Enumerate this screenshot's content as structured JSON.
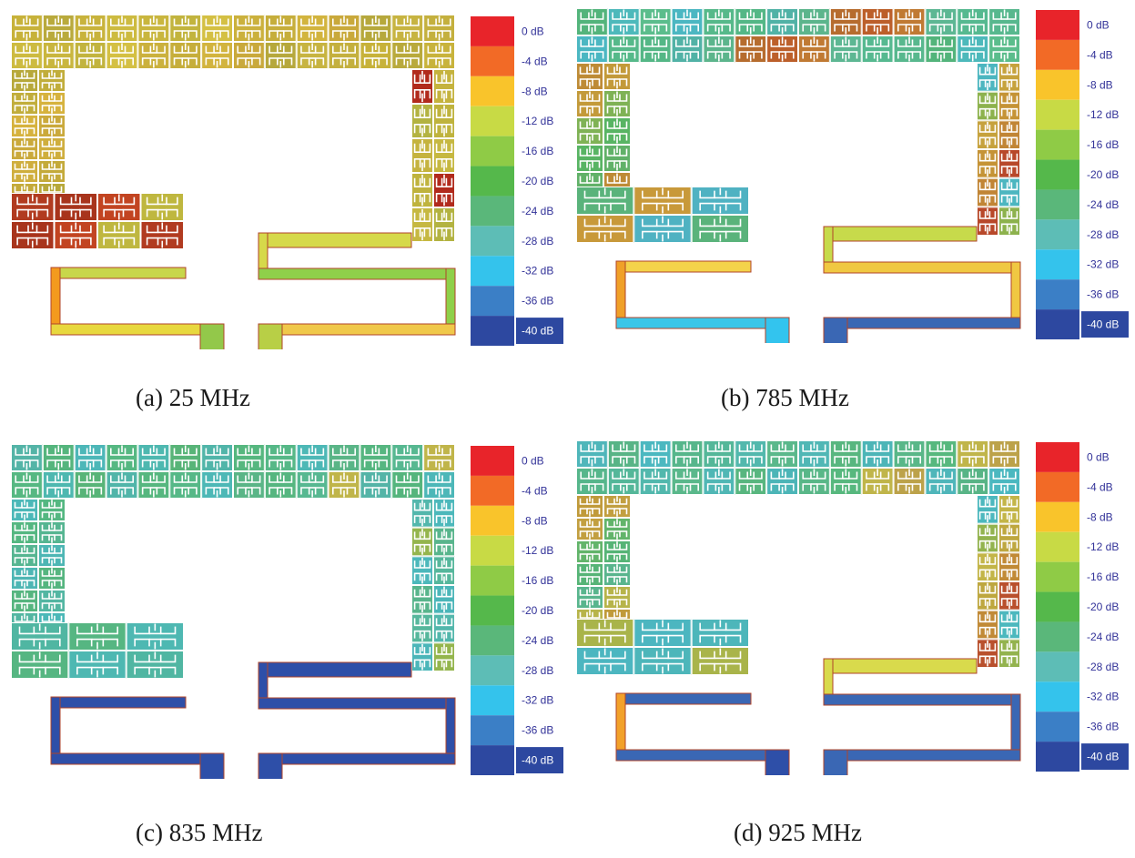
{
  "panels": [
    {
      "id": "a",
      "caption": "(a) 25 MHz",
      "segments": {
        "top": [
          "#c7b23a",
          "#b9aa3c",
          "#c8b33c",
          "#cdbb40",
          "#c9b63e",
          "#c2b43e",
          "#d4c043",
          "#cbb13d",
          "#c6ae3b",
          "#d2b43e",
          "#c9a93b",
          "#b6a83c",
          "#c7b441",
          "#c4b03e"
        ],
        "left": [
          "#b7a83a",
          "#c1ad3b",
          "#d6b23d",
          "#caa93b",
          "#cfae3d",
          "#c4aa3a"
        ],
        "right": [
          "#b12a1c",
          "#b3b341",
          "#c5b33e",
          "#bfb33d",
          "#c6b841"
        ],
        "arm": [
          "#b13b20",
          "#a8341c",
          "#c24421",
          "#bfb73f"
        ],
        "feed": {
          "upper_left": "#c8d64a",
          "left_bar": "#f39a1e",
          "lower_left": "#e8d83e",
          "stub_left": "#93c84a",
          "upper_right": "#d6d94a",
          "mid_right": "#8fd04a",
          "lower_right": "#f0c84a",
          "stub_right": "#b8cf46",
          "right_bar": "#8fd04a"
        }
      }
    },
    {
      "id": "b",
      "caption": "(b) 785 MHz",
      "segments": {
        "top": [
          "#53b47b",
          "#4db9bb",
          "#5bbd8c",
          "#4bb7c2",
          "#56b98a",
          "#54b786",
          "#51b2a6",
          "#5cb58c",
          "#b66c2e",
          "#bc5f2a",
          "#c07a33",
          "#5db793",
          "#56b990",
          "#58b88e"
        ],
        "left": [
          "#be8b36",
          "#c39a3a",
          "#7fb255",
          "#58b463",
          "#61b168"
        ],
        "right": [
          "#4cb6c0",
          "#8db24d",
          "#c6a23d",
          "#c59336",
          "#c18535",
          "#b8482a"
        ],
        "arm": [
          "#5ab37b",
          "#c8993a",
          "#4fb2c2"
        ],
        "feed": {
          "upper_left": "#f4d34a",
          "left_bar": "#f0a028",
          "lower_left": "#3cc6e8",
          "stub_left": "#33c4ee",
          "upper_right": "#c7da4b",
          "mid_right": "#f0c842",
          "lower_right": "#3a67b4",
          "stub_right": "#3a67b4",
          "right_bar": "#f0c842"
        }
      }
    },
    {
      "id": "c",
      "caption": "(c) 835 MHz",
      "segments": {
        "top": [
          "#54b4a7",
          "#55b57d",
          "#4db7b8",
          "#56b882",
          "#4eb8b0",
          "#58b478",
          "#51b5a9",
          "#56b77f",
          "#56b887",
          "#4db8b6",
          "#5ab587",
          "#56b680",
          "#57b891",
          "#c0b54a"
        ],
        "left": [
          "#4bb8b8",
          "#54b781",
          "#55b591",
          "#4db6b4",
          "#55b57f",
          "#53b6a2"
        ],
        "right": [
          "#53b7ac",
          "#94b54d",
          "#4cb8bb",
          "#58b58c",
          "#56b79c",
          "#4bb6b9"
        ],
        "arm": [
          "#50b6a2",
          "#56b682",
          "#4eb8b2"
        ],
        "feed": {
          "upper_left": "#2e4fa8",
          "left_bar": "#2e4fa8",
          "lower_left": "#2e4fa8",
          "stub_left": "#2e4fa8",
          "upper_right": "#2e4fa8",
          "mid_right": "#2e4fa8",
          "lower_right": "#2e4fa8",
          "stub_right": "#2e4fa8",
          "right_bar": "#2e4fa8"
        }
      }
    },
    {
      "id": "d",
      "caption": "(d) 925 MHz",
      "segments": {
        "top": [
          "#4fb6ba",
          "#58b486",
          "#4bb8c0",
          "#56b68b",
          "#54b799",
          "#52b8ad",
          "#5ab88b",
          "#50b7b5",
          "#58b67f",
          "#4cb5b7",
          "#59b788",
          "#57b87e",
          "#c0b54a",
          "#bca24a"
        ],
        "left": [
          "#c09a3a",
          "#c29f40",
          "#62b46a",
          "#56b476",
          "#59b58d",
          "#b7b44a"
        ],
        "right": [
          "#4cb8be",
          "#93b34e",
          "#c3b548",
          "#bea73f",
          "#c18a36",
          "#b9502d"
        ],
        "arm": [
          "#a9b44a",
          "#4cb6c0",
          "#4db6ba"
        ],
        "feed": {
          "upper_left": "#3a67b4",
          "left_bar": "#f2a12a",
          "lower_left": "#3a67b4",
          "stub_left": "#2e4fa8",
          "upper_right": "#d9da4c",
          "mid_right": "#3a67b4",
          "lower_right": "#3a67b4",
          "stub_right": "#3a67b4",
          "right_bar": "#3a67b4"
        }
      }
    }
  ],
  "colorbar": {
    "labels": [
      "0 dB",
      "-4 dB",
      "-8 dB",
      "-12 dB",
      "-16 dB",
      "-20 dB",
      "-24 dB",
      "-28 dB",
      "-32 dB",
      "-36 dB",
      "-40 dB"
    ],
    "colors": [
      "#e8242a",
      "#f26a26",
      "#f9c42b",
      "#c8da45",
      "#8fcb46",
      "#55b84b",
      "#5ab77a",
      "#5dbdb6",
      "#34c3ec",
      "#3b7fc6",
      "#2d48a0"
    ]
  }
}
